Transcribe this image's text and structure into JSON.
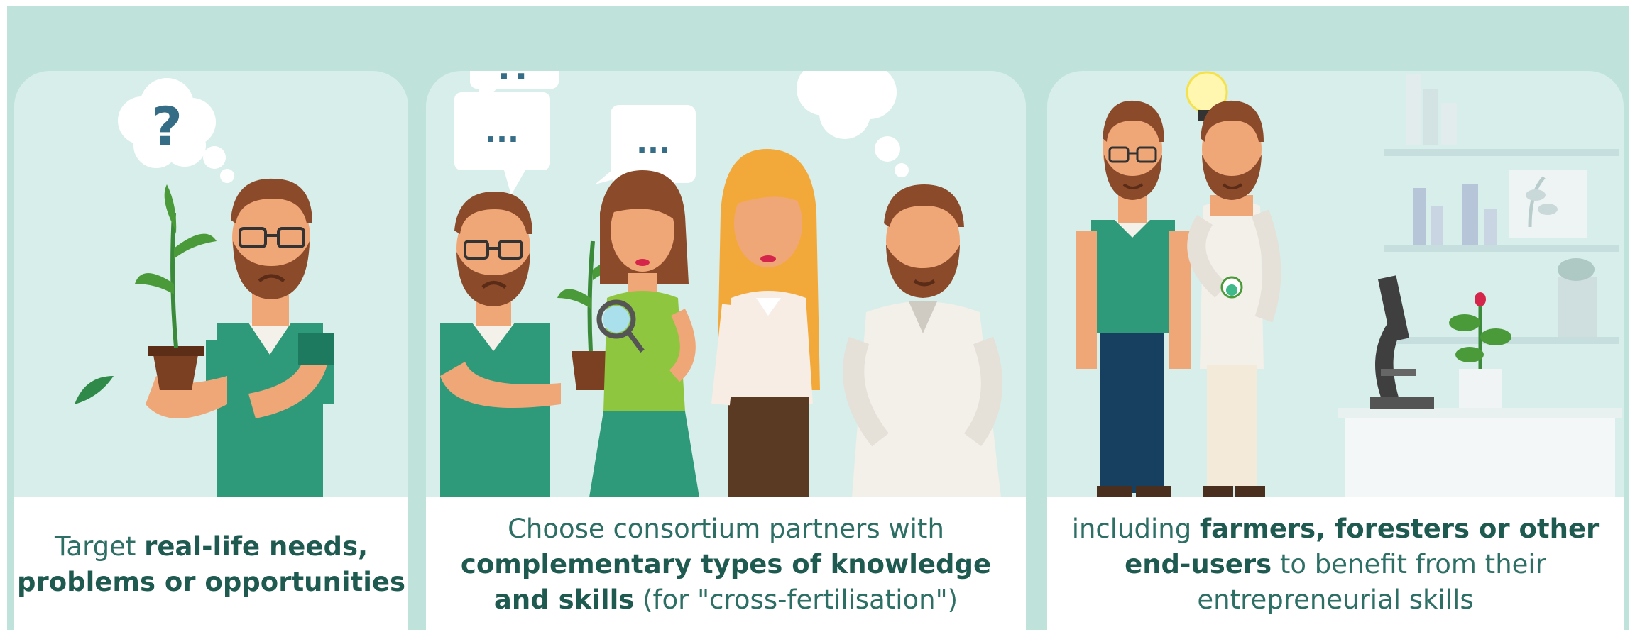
{
  "colors": {
    "background_band": "#bfe3db",
    "card_fill": "#d8eeea",
    "caption_text": "#2d6f65",
    "scrubs": "#2f9a7a",
    "hair": "#8b4a2a",
    "skin": "#f0a778",
    "lab_coat": "#f3efe9",
    "blonde": "#f3a93a",
    "green_shirt": "#8fc63f"
  },
  "panels": [
    {
      "bubble_text": "?",
      "caption": {
        "line1_pre": "Target ",
        "line1_bold": "real-life needs,",
        "line2_bold": "problems or opportunities"
      }
    },
    {
      "bubble_top_text": "!?",
      "bubble_left_text": "...",
      "bubble_mid_text": "...",
      "caption": {
        "line1_pre": "Choose consortium partners with",
        "line2_bold": "complementary types of knowledge",
        "line3_bold": "and skills",
        "line3_post": " (for \"cross-fertilisation\")"
      }
    },
    {
      "caption": {
        "line1_pre": "including ",
        "line1_bold": "farmers, foresters or other",
        "line2_bold": "end-users",
        "line2_post": " to benefit from their",
        "line3_pre": "entrepreneurial skills"
      }
    }
  ]
}
